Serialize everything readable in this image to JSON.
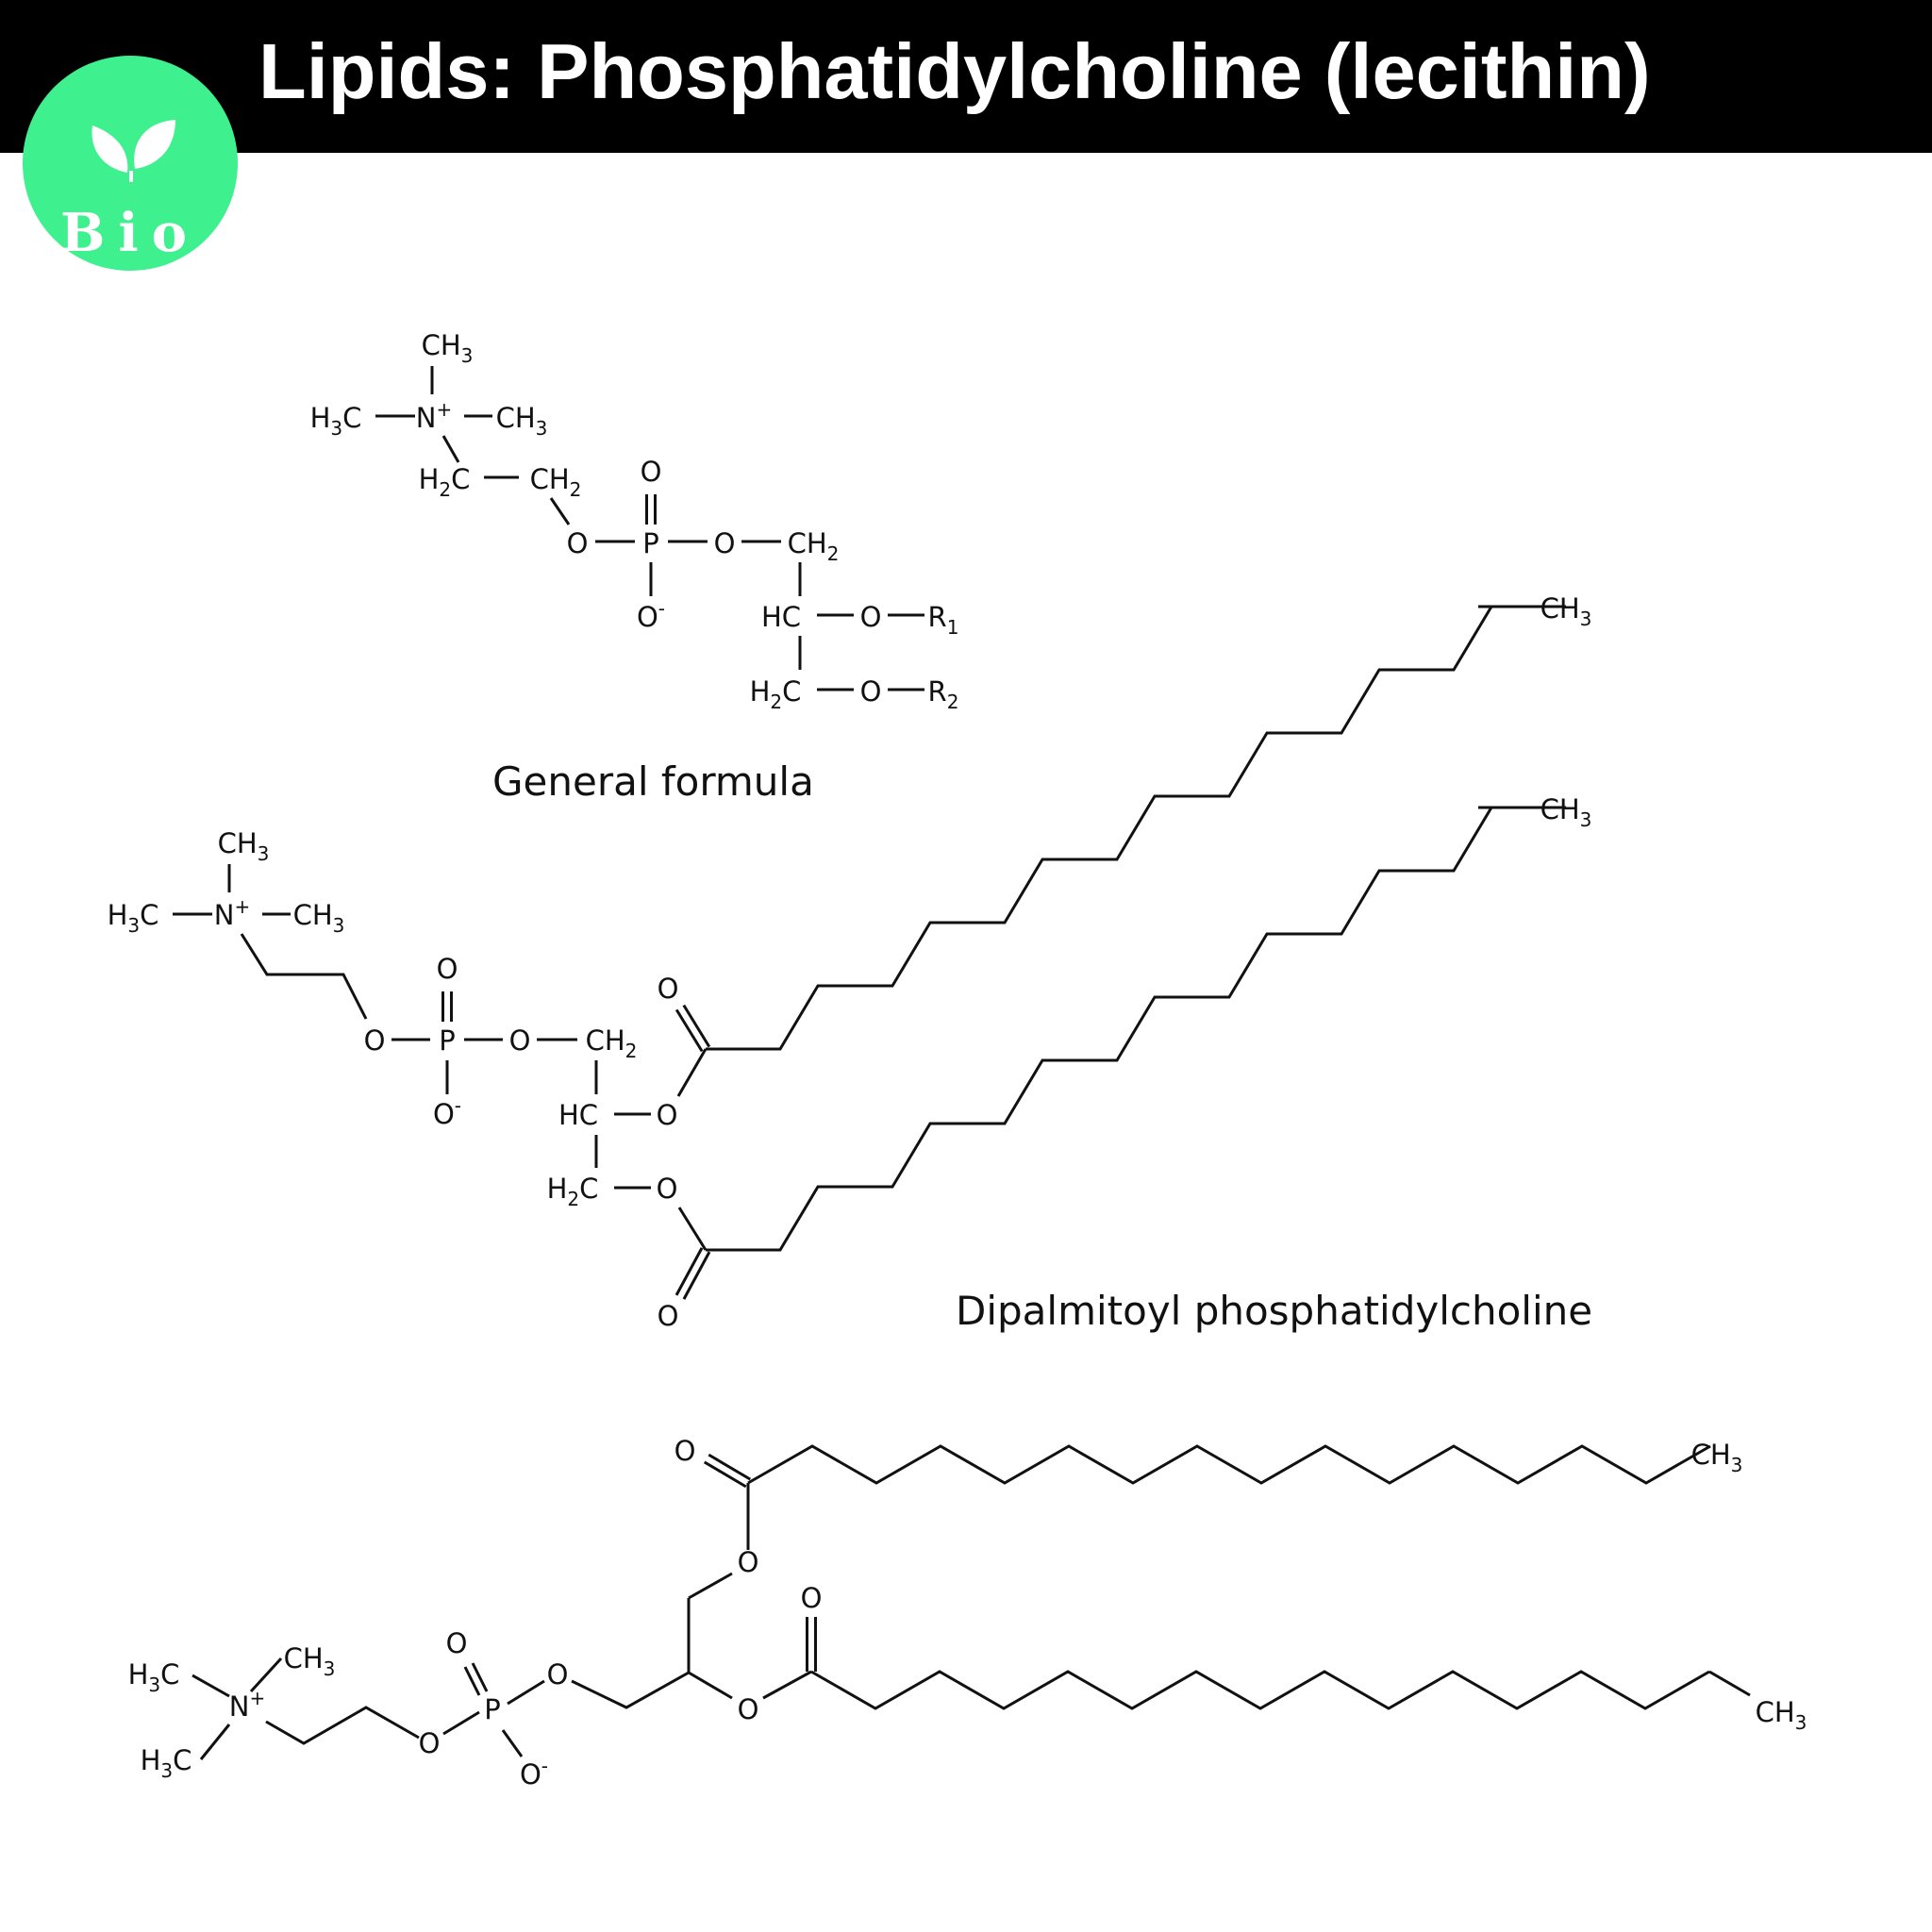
{
  "title": "Lipids: Phosphatidylcholine (lecithin)",
  "logo": {
    "text": "Bio",
    "color": "#3ef08e",
    "icon": "leaf-icon"
  },
  "colors": {
    "header": "#000000",
    "bond": "#111111",
    "text": "#111111"
  },
  "captions": {
    "general": "General formula",
    "dipalmitoyl": "Dipalmitoyl phosphatidylcholine"
  },
  "atoms": {
    "methyl": "CH",
    "methyl_left": "H",
    "carbon": "C",
    "nitrogen": "N",
    "charge_pos": "+",
    "charge_neg": "-",
    "oxygen": "O",
    "phosphorus": "P",
    "methylene": "CH",
    "methylene_left": "H",
    "methine": "HC",
    "r_group": "R",
    "sub_3": "3",
    "sub_2": "2",
    "sub_1": "1"
  }
}
